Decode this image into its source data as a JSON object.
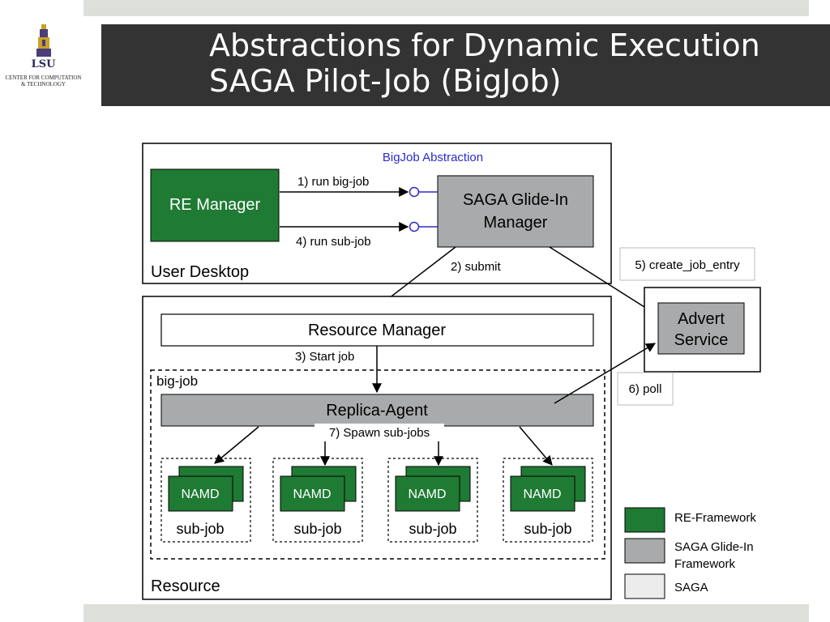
{
  "slide": {
    "title_line1": "Abstractions for Dynamic Execution",
    "title_line2": "SAGA Pilot-Job (BigJob)"
  },
  "logo": {
    "text": "LSU",
    "subtitle_line1": "CENTER FOR COMPUTATION",
    "subtitle_line2": "& TECHNOLOGY"
  },
  "colors": {
    "re_framework": "#1f7a33",
    "saga_glide_in": "#a9aaab",
    "saga": "#ececec",
    "title_band": "#333333",
    "accent_blue": "#2b2bd0"
  },
  "diagram": {
    "bigjob_abstraction": "BigJob Abstraction",
    "re_manager": "RE Manager",
    "glide_in_line1": "SAGA Glide-In",
    "glide_in_line2": "Manager",
    "user_desktop": "User Desktop",
    "resource_manager": "Resource Manager",
    "big_job": "big-job",
    "replica_agent": "Replica-Agent",
    "resource": "Resource",
    "advert_line1": "Advert",
    "advert_line2": "Service",
    "step1": "1) run big-job",
    "step2": "2) submit",
    "step3": "3) Start job",
    "step4": "4) run sub-job",
    "step5": "5) create_job_entry",
    "step6": "6) poll",
    "step7": "7) Spawn sub-jobs",
    "namd": "NAMD",
    "sub_job": "sub-job"
  },
  "legend": {
    "items": [
      {
        "label_line1": "RE-Framework",
        "label_line2": ""
      },
      {
        "label_line1": "SAGA Glide-In",
        "label_line2": "Framework"
      },
      {
        "label_line1": "SAGA",
        "label_line2": ""
      }
    ]
  }
}
